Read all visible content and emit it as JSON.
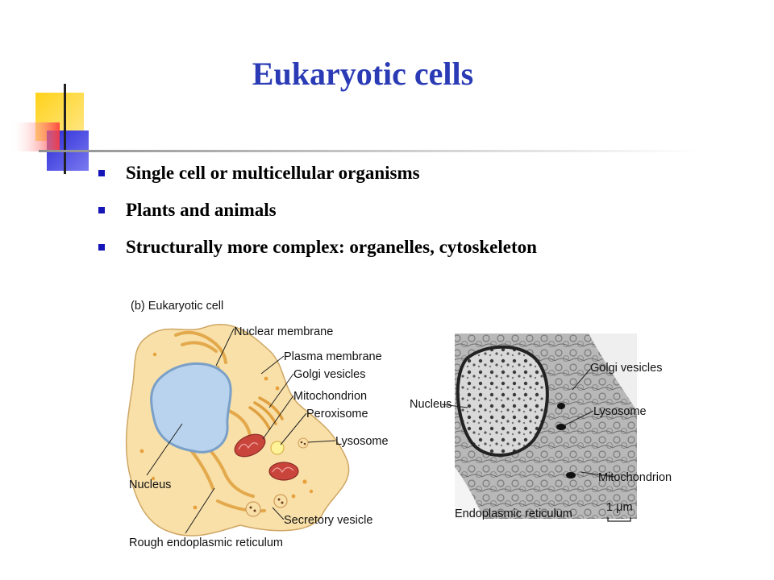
{
  "slide": {
    "title": "Eukaryotic cells",
    "bullets": [
      "Single cell or multicellular organisms",
      "Plants and animals",
      "Structurally more complex: organelles, cytoskeleton"
    ]
  },
  "diagram": {
    "left_heading": "(b)  Eukaryotic cell",
    "left_labels": {
      "nuclear_membrane": "Nuclear membrane",
      "plasma_membrane": "Plasma membrane",
      "golgi_vesicles": "Golgi vesicles",
      "mitochondrion": "Mitochondrion",
      "peroxisome": "Peroxisome",
      "lysosome": "Lysosome",
      "nucleus": "Nucleus",
      "secretory_vesicle": "Secretory vesicle",
      "rough_er": "Rough endoplasmic reticulum"
    },
    "right_labels": {
      "golgi_vesicles": "Golgi vesicles",
      "nucleus": "Nucleus",
      "lysosome": "Lysosome",
      "mitochondrion": "Mitochondrion",
      "er": "Endoplasmic reticulum",
      "scale_bar": "1 μm"
    }
  },
  "colors": {
    "title": "#2a3bb5",
    "bullet": "#1515b8",
    "cytoplasm": "#f8e0a8",
    "nucleus": "#b9d3ee",
    "mitochondrion": "#c9453c"
  }
}
